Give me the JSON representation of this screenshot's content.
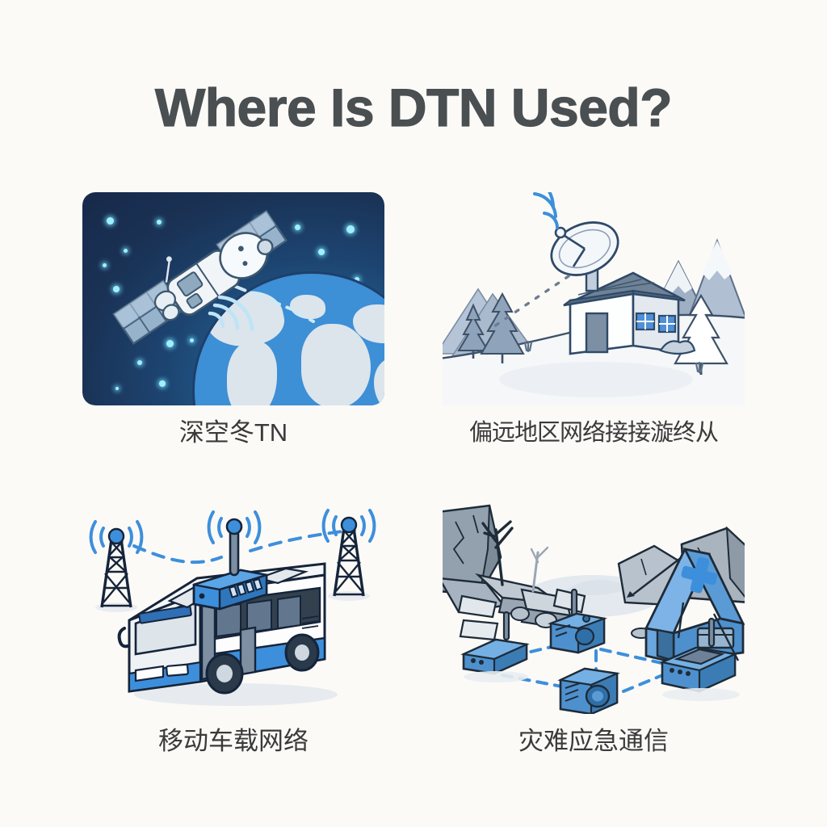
{
  "page": {
    "title": "Where Is DTN Used?",
    "background_color": "#fbfaf7",
    "title_color": "#4a4f52",
    "caption_color": "#3a3a3a",
    "accent_blue": "#3d8fdb",
    "panel_space_color": "#1a3255"
  },
  "panels": [
    {
      "id": "deep-space-dtn",
      "caption": "深空冬TN",
      "scene": "satellite orbiting Earth in starfield with dashed communication link",
      "icons": [
        "satellite-icon",
        "earth-icon",
        "star-icon",
        "signal-wave-icon",
        "dashed-link-icon"
      ]
    },
    {
      "id": "remote-area-network",
      "caption": "偏远地区网络接接漩终从",
      "scene": "house with rooftop satellite dish among mountains and pine trees",
      "icons": [
        "satellite-dish-icon",
        "house-icon",
        "mountain-icon",
        "pine-tree-icon",
        "wifi-arc-icon",
        "dashed-link-icon"
      ]
    },
    {
      "id": "mobile-vehicular-network",
      "caption": "移动车载网络",
      "scene": "city bus with roof-mounted router between two cell towers",
      "icons": [
        "bus-icon",
        "router-icon",
        "antenna-icon",
        "cell-tower-icon",
        "dashed-link-icon"
      ]
    },
    {
      "id": "disaster-emergency-comms",
      "caption": "灾难应急通信",
      "scene": "relief tent and mesh radio devices among earthquake rubble",
      "icons": [
        "relief-tent-icon",
        "medical-cross-icon",
        "rubble-icon",
        "broken-tree-icon",
        "radio-node-icon",
        "dashed-link-icon"
      ]
    }
  ]
}
